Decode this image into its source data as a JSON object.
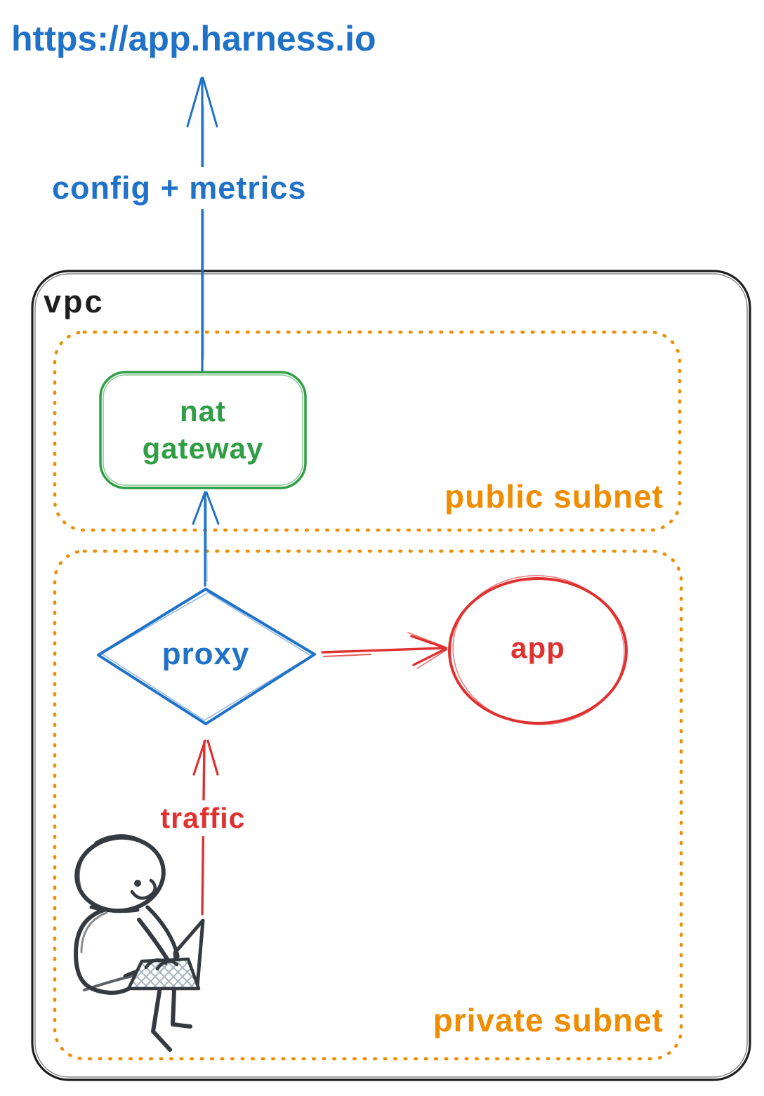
{
  "diagram": {
    "url_label": "https://app.harness.io",
    "arrow_label": "config + metrics",
    "vpc_label": "vpc",
    "nat_gateway_label_line1": "nat",
    "nat_gateway_label_line2": "gateway",
    "public_subnet_label": "public subnet",
    "proxy_label": "proxy",
    "app_label": "app",
    "traffic_label": "traffic",
    "private_subnet_label": "private subnet"
  },
  "icons": {
    "person": "person-with-laptop-icon"
  },
  "colors": {
    "blue": "#1f72c8",
    "orange": "#f08c00",
    "green": "#2f9e44",
    "red": "#e03131",
    "ink": "#1e1e1e",
    "person": "#343a40",
    "background": "#ffffff"
  }
}
